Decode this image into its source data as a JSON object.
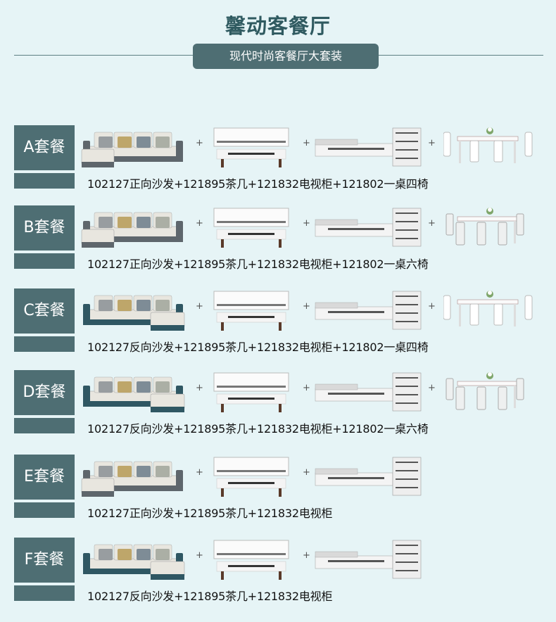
{
  "header": {
    "title": "馨动客餐厅",
    "subtitle": "现代时尚客餐厅大套装"
  },
  "packages": [
    {
      "label": "A套餐",
      "description": "102127正向沙发+121895茶几+121832电视柜+121802一桌四椅",
      "sofa": "正向沙发",
      "sofa_style": "gray",
      "table": "一桌四椅"
    },
    {
      "label": "B套餐",
      "description": "102127正向沙发+121895茶几+121832电视柜+121802一桌六椅",
      "sofa": "正向沙发",
      "sofa_style": "gray",
      "table": "一桌六椅"
    },
    {
      "label": "C套餐",
      "description": "102127反向沙发+121895茶几+121832电视柜+121802一桌四椅",
      "sofa": "反向沙发",
      "sofa_style": "blue",
      "table": "一桌四椅"
    },
    {
      "label": "D套餐",
      "description": "102127反向沙发+121895茶几+121832电视柜+121802一桌六椅",
      "sofa": "反向沙发",
      "sofa_style": "blue",
      "table": "一桌六椅"
    },
    {
      "label": "E套餐",
      "description": "102127正向沙发+121895茶几+121832电视柜",
      "sofa": "正向沙发",
      "sofa_style": "gray",
      "table": ""
    },
    {
      "label": "F套餐",
      "description": "102127反向沙发+121895茶几+121832电视柜",
      "sofa": "反向沙发",
      "sofa_style": "blue",
      "table": ""
    }
  ],
  "plus_sign": "+",
  "colors": {
    "background": "#e6f4f6",
    "label_bg": "#4e6e73",
    "title_text": "#2f5a60",
    "sofa_gray": "#5e666c",
    "sofa_blue": "#2f5763",
    "sofa_cushion": "#e8e6df"
  }
}
